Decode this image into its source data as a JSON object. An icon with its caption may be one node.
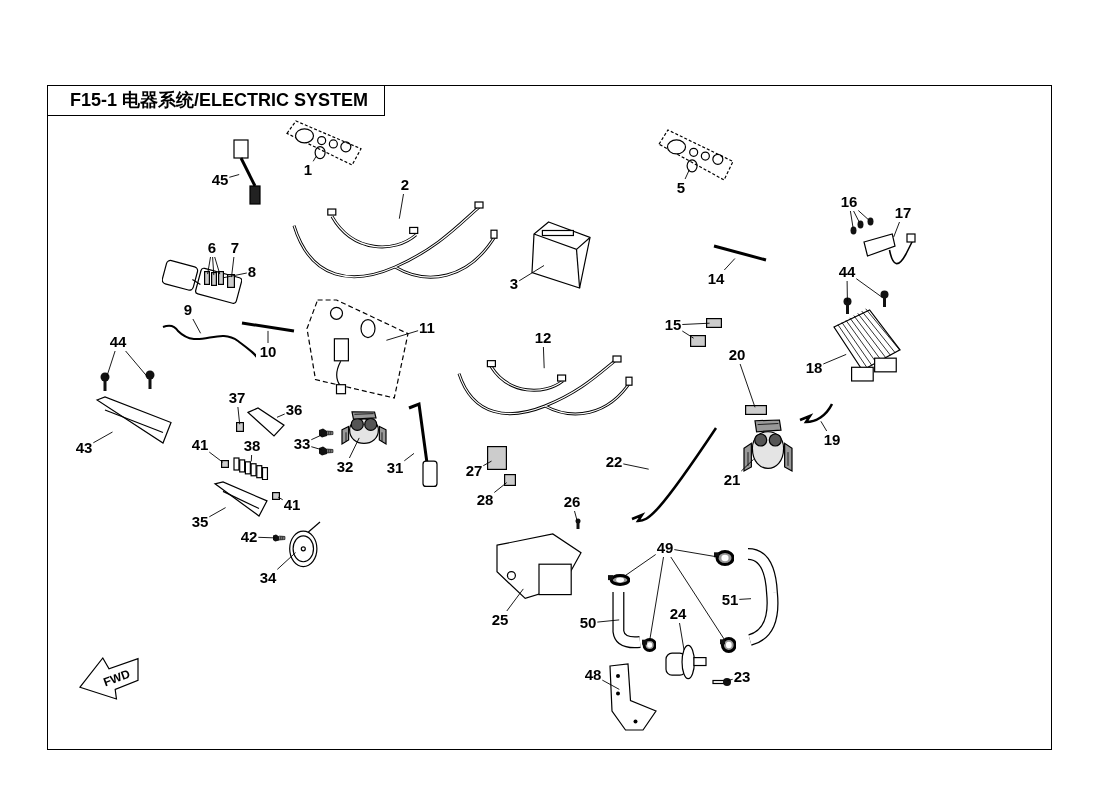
{
  "diagram": {
    "title": "F15-1 电器系统/ELECTRIC SYSTEM",
    "nodes": [
      {
        "text": [
          "1"
        ]
      },
      {
        "text": [],
        "shape": "picture"
      },
      {
        "text": [
          "2"
        ]
      },
      {
        "text": [],
        "shape": "picture"
      },
      {
        "text": [
          "45"
        ]
      },
      {
        "text": [],
        "shape": "picture"
      },
      {
        "text": [
          "3"
        ]
      },
      {
        "text": [],
        "shape": "picture"
      },
      {
        "text": [
          "5"
        ]
      },
      {
        "text": [],
        "shape": "picture"
      },
      {
        "text": [],
        "shape": "picture"
      },
      {
        "text": [
          "6"
        ]
      },
      {
        "text": [],
        "shape": "box",
        "in": 10
      },
      {
        "text": [],
        "shape": "box",
        "in": 10
      },
      {
        "text": [],
        "shape": "box",
        "in": 10
      },
      {
        "text": [
          "7"
        ]
      },
      {
        "text": [],
        "shape": "box",
        "in": 10
      },
      {
        "text": [
          "8"
        ]
      },
      {
        "text": [
          "9"
        ]
      },
      {
        "text": [],
        "shape": "picture"
      },
      {
        "text": [
          "10"
        ]
      },
      {
        "text": [],
        "shape": "picture"
      },
      {
        "text": [
          "11"
        ]
      },
      {
        "text": [],
        "shape": "picture"
      },
      {
        "text": [
          "12"
        ]
      },
      {
        "text": [],
        "shape": "picture"
      },
      {
        "text": [
          "14"
        ]
      },
      {
        "text": [],
        "shape": "picture"
      },
      {
        "text": [
          "15"
        ]
      },
      {
        "text": [],
        "shape": "box"
      },
      {
        "text": [],
        "shape": "box"
      },
      {
        "text": [
          "16"
        ]
      },
      {
        "text": [],
        "shape": "circle"
      },
      {
        "text": [],
        "shape": "circle"
      },
      {
        "text": [],
        "shape": "circle"
      },
      {
        "text": [
          "17"
        ]
      },
      {
        "text": [],
        "shape": "picture"
      },
      {
        "text": [
          "44"
        ]
      },
      {
        "text": [],
        "shape": "picture"
      },
      {
        "text": [],
        "shape": "picture"
      },
      {
        "text": [
          "18"
        ]
      },
      {
        "text": [],
        "shape": "picture"
      },
      {
        "text": [
          "20"
        ]
      },
      {
        "text": [],
        "shape": "box"
      },
      {
        "text": [
          "19"
        ]
      },
      {
        "text": [],
        "shape": "picture"
      },
      {
        "text": [
          "21"
        ]
      },
      {
        "text": [],
        "shape": "picture"
      },
      {
        "text": [
          "22"
        ]
      },
      {
        "text": [],
        "shape": "picture"
      },
      {
        "text": [
          "44"
        ]
      },
      {
        "text": [],
        "shape": "picture"
      },
      {
        "text": [],
        "shape": "picture"
      },
      {
        "text": [
          "43"
        ]
      },
      {
        "text": [],
        "shape": "picture"
      },
      {
        "text": [
          "37"
        ]
      },
      {
        "text": [
          "36"
        ]
      },
      {
        "text": [],
        "shape": "picture"
      },
      {
        "text": [],
        "shape": "box"
      },
      {
        "text": [
          "41"
        ]
      },
      {
        "text": [],
        "shape": "box"
      },
      {
        "text": [
          "38"
        ]
      },
      {
        "text": [],
        "shape": "picture"
      },
      {
        "text": [
          "41"
        ]
      },
      {
        "text": [],
        "shape": "box"
      },
      {
        "text": [
          "35"
        ]
      },
      {
        "text": [],
        "shape": "picture"
      },
      {
        "text": [
          "33"
        ]
      },
      {
        "text": [],
        "shape": "picture"
      },
      {
        "text": [],
        "shape": "picture"
      },
      {
        "text": [
          "32"
        ]
      },
      {
        "text": [],
        "shape": "picture"
      },
      {
        "text": [
          "31"
        ]
      },
      {
        "text": [],
        "shape": "picture"
      },
      {
        "text": [
          "27"
        ]
      },
      {
        "text": [],
        "shape": "box"
      },
      {
        "text": [
          "28"
        ]
      },
      {
        "text": [],
        "shape": "box"
      },
      {
        "text": [
          "26"
        ]
      },
      {
        "text": [],
        "shape": "picture"
      },
      {
        "text": [
          "25"
        ]
      },
      {
        "text": [],
        "shape": "picture"
      },
      {
        "text": [
          "42"
        ]
      },
      {
        "text": [],
        "shape": "picture"
      },
      {
        "text": [
          "34"
        ]
      },
      {
        "text": [],
        "shape": "picture"
      },
      {
        "text": [
          "49"
        ]
      },
      {
        "text": [],
        "shape": "picture"
      },
      {
        "text": [],
        "shape": "picture"
      },
      {
        "text": [],
        "shape": "picture"
      },
      {
        "text": [],
        "shape": "picture"
      },
      {
        "text": [
          "50"
        ]
      },
      {
        "text": [],
        "shape": "picture"
      },
      {
        "text": [
          "51"
        ]
      },
      {
        "text": [],
        "shape": "picture"
      },
      {
        "text": [
          "24"
        ]
      },
      {
        "text": [],
        "shape": "picture"
      },
      {
        "text": [
          "48"
        ]
      },
      {
        "text": [],
        "shape": "picture"
      },
      {
        "text": [
          "23"
        ]
      },
      {
        "text": [],
        "shape": "picture"
      },
      {
        "text": [
          "FWD"
        ]
      }
    ],
    "edges": [
      {
        "from": 0,
        "to": 1,
        "arrow": "none"
      },
      {
        "from": 2,
        "to": 3,
        "arrow": "none"
      },
      {
        "from": 4,
        "to": 5,
        "arrow": "none"
      },
      {
        "from": 6,
        "to": 7,
        "arrow": "none"
      },
      {
        "from": 8,
        "to": 9,
        "arrow": "none"
      },
      {
        "from": 11,
        "to": 12,
        "arrow": "none"
      },
      {
        "from": 11,
        "to": 13,
        "arrow": "none"
      },
      {
        "from": 11,
        "to": 14,
        "arrow": "none"
      },
      {
        "from": 15,
        "to": 16,
        "arrow": "none"
      },
      {
        "from": 17,
        "to": 10,
        "arrow": "none"
      },
      {
        "from": 18,
        "to": 19,
        "arrow": "none"
      },
      {
        "from": 20,
        "to": 21,
        "arrow": "none"
      },
      {
        "from": 22,
        "to": 23,
        "arrow": "none"
      },
      {
        "from": 24,
        "to": 25,
        "arrow": "none"
      },
      {
        "from": 26,
        "to": 27,
        "arrow": "none"
      },
      {
        "from": 28,
        "to": 29,
        "arrow": "none"
      },
      {
        "from": 28,
        "to": 30,
        "arrow": "none"
      },
      {
        "from": 31,
        "to": 32,
        "arrow": "none"
      },
      {
        "from": 31,
        "to": 33,
        "arrow": "none"
      },
      {
        "from": 31,
        "to": 34,
        "arrow": "none"
      },
      {
        "from": 35,
        "to": 36,
        "arrow": "none"
      },
      {
        "from": 37,
        "to": 38,
        "arrow": "none"
      },
      {
        "from": 37,
        "to": 39,
        "arrow": "none"
      },
      {
        "from": 40,
        "to": 41,
        "arrow": "none"
      },
      {
        "from": 42,
        "to": 43,
        "arrow": "none"
      },
      {
        "from": 44,
        "to": 45,
        "arrow": "none"
      },
      {
        "from": 46,
        "to": 47,
        "arrow": "none"
      },
      {
        "from": 48,
        "to": 49,
        "arrow": "none"
      },
      {
        "from": 50,
        "to": 51,
        "arrow": "none"
      },
      {
        "from": 50,
        "to": 52,
        "arrow": "none"
      },
      {
        "from": 53,
        "to": 54,
        "arrow": "none"
      },
      {
        "from": 55,
        "to": 58,
        "arrow": "none"
      },
      {
        "from": 56,
        "to": 57,
        "arrow": "none"
      },
      {
        "from": 59,
        "to": 60,
        "arrow": "none"
      },
      {
        "from": 61,
        "to": 62,
        "arrow": "none"
      },
      {
        "from": 63,
        "to": 64,
        "arrow": "none"
      },
      {
        "from": 65,
        "to": 66,
        "arrow": "none"
      },
      {
        "from": 67,
        "to": 68,
        "arrow": "none"
      },
      {
        "from": 67,
        "to": 69,
        "arrow": "none"
      },
      {
        "from": 70,
        "to": 71,
        "arrow": "none"
      },
      {
        "from": 72,
        "to": 73,
        "arrow": "none"
      },
      {
        "from": 74,
        "to": 75,
        "arrow": "none"
      },
      {
        "from": 76,
        "to": 77,
        "arrow": "none"
      },
      {
        "from": 78,
        "to": 79,
        "arrow": "none"
      },
      {
        "from": 80,
        "to": 81,
        "arrow": "none"
      },
      {
        "from": 82,
        "to": 83,
        "arrow": "none"
      },
      {
        "from": 84,
        "to": 85,
        "arrow": "none"
      },
      {
        "from": 86,
        "to": 87,
        "arrow": "none"
      },
      {
        "from": 86,
        "to": 88,
        "arrow": "none"
      },
      {
        "from": 86,
        "to": 89,
        "arrow": "none"
      },
      {
        "from": 86,
        "to": 90,
        "arrow": "none"
      },
      {
        "from": 91,
        "to": 92,
        "arrow": "none"
      },
      {
        "from": 93,
        "to": 94,
        "arrow": "none"
      },
      {
        "from": 95,
        "to": 96,
        "arrow": "none"
      },
      {
        "from": 97,
        "to": 98,
        "arrow": "none"
      },
      {
        "from": 99,
        "to": 100,
        "arrow": "none"
      }
    ]
  }
}
